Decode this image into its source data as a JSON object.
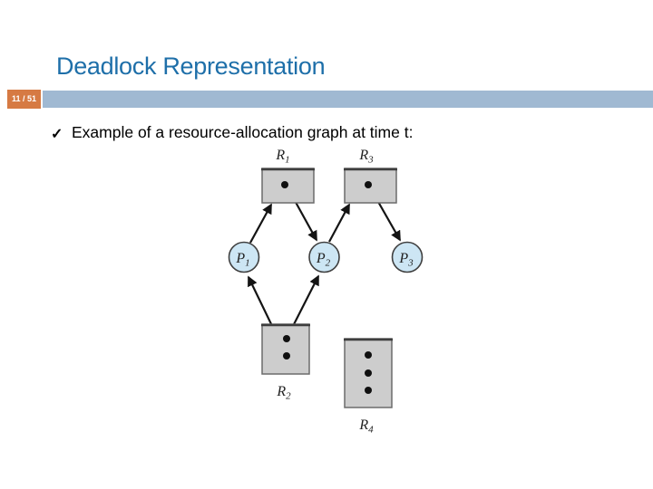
{
  "slide": {
    "title": "Deadlock Representation",
    "page_number": "11 / 51",
    "bullet_marker": "✓",
    "bullet_text": "Example of a resource-allocation graph at time t:"
  },
  "colors": {
    "title_text": "#1E6FA9",
    "header_bar": "#A0B9D2",
    "page_badge_bg": "#D67A43",
    "page_badge_text": "#FFFFFF",
    "resource_fill": "#CDCDCD",
    "process_fill": "#CDE6F4",
    "edge": "#141414"
  },
  "diagram": {
    "type": "resource-allocation-graph",
    "resources": [
      {
        "id": "R1",
        "label_base": "R",
        "label_sub": "1",
        "instances": 1
      },
      {
        "id": "R2",
        "label_base": "R",
        "label_sub": "2",
        "instances": 2
      },
      {
        "id": "R3",
        "label_base": "R",
        "label_sub": "3",
        "instances": 1
      },
      {
        "id": "R4",
        "label_base": "R",
        "label_sub": "4",
        "instances": 3
      }
    ],
    "processes": [
      {
        "id": "P1",
        "label_base": "P",
        "label_sub": "1"
      },
      {
        "id": "P2",
        "label_base": "P",
        "label_sub": "2"
      },
      {
        "id": "P3",
        "label_base": "P",
        "label_sub": "3"
      }
    ],
    "edges": [
      {
        "from": "P1",
        "to": "R1",
        "type": "request"
      },
      {
        "from": "R1",
        "to": "P2",
        "type": "assignment"
      },
      {
        "from": "P2",
        "to": "R3",
        "type": "request"
      },
      {
        "from": "R3",
        "to": "P3",
        "type": "assignment"
      },
      {
        "from": "R2",
        "to": "P1",
        "type": "assignment"
      },
      {
        "from": "R2",
        "to": "P2",
        "type": "assignment"
      }
    ]
  }
}
